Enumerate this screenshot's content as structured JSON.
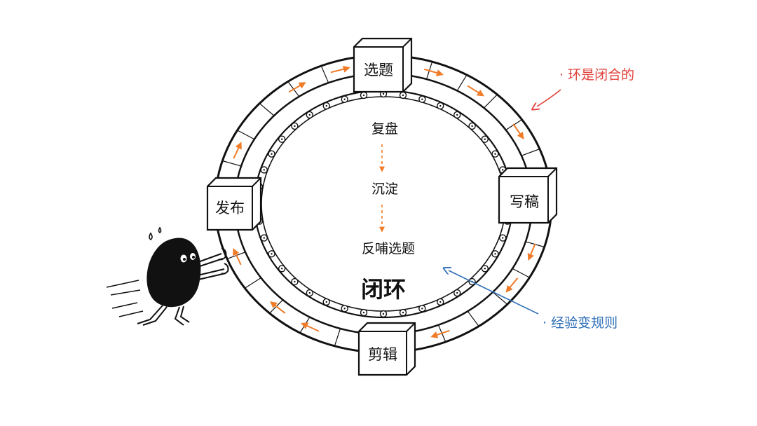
{
  "diagram": {
    "stages": [
      {
        "id": "topic",
        "label": "选题"
      },
      {
        "id": "write",
        "label": "写稿"
      },
      {
        "id": "edit",
        "label": "剪辑"
      },
      {
        "id": "publish",
        "label": "发布"
      }
    ],
    "center_flow": [
      "复盘",
      "沉淀",
      "反哺选题"
    ],
    "center_title": "闭环",
    "annotations": {
      "loop_closed": "· 环是闭合的",
      "experience_rules": "· 经验变规则"
    },
    "colors": {
      "flow_arrow": "#f07b28",
      "annotation_red": "#e0413a",
      "annotation_blue": "#2f6fb7",
      "ink": "#111111"
    }
  }
}
